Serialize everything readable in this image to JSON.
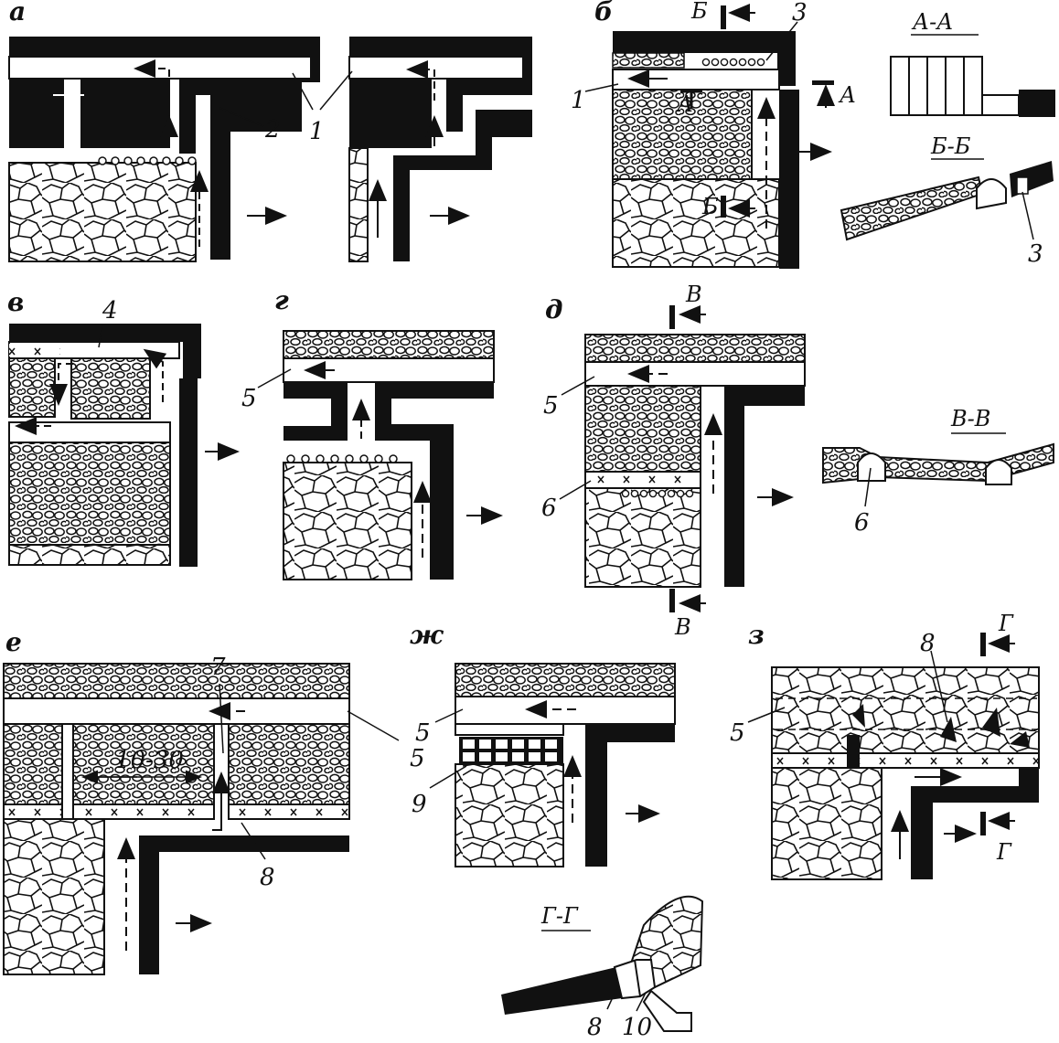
{
  "panel_letters": {
    "a": "а",
    "b": "б",
    "v": "в",
    "g": "г",
    "d": "д",
    "e": "е",
    "zh": "ж",
    "z": "з"
  },
  "section_titles": {
    "aa": "А-А",
    "bb": "Б-Б",
    "vv": "В-В",
    "gg": "Г-Г"
  },
  "section_marks": {
    "b_top": "Б",
    "b_mid": "Б",
    "a_right": "А",
    "a_mid": "А",
    "v_top": "В",
    "v_bottom": "В",
    "g_top": "Г",
    "g_bottom": "Г"
  },
  "callouts": {
    "n1a": "1",
    "n2": "2",
    "n3": "3",
    "n1b": "1",
    "n3b": "3",
    "n4": "4",
    "n5g": "5",
    "n5d": "5",
    "n6d": "6",
    "n6v": "6",
    "n7": "7",
    "n5e": "5",
    "n8e": "8",
    "n9": "9",
    "n5z": "5",
    "n8z": "8",
    "n8gg": "8",
    "n10": "10"
  },
  "dimension": "10-30",
  "colors": {
    "ink": "#111111",
    "paper": "#ffffff"
  }
}
